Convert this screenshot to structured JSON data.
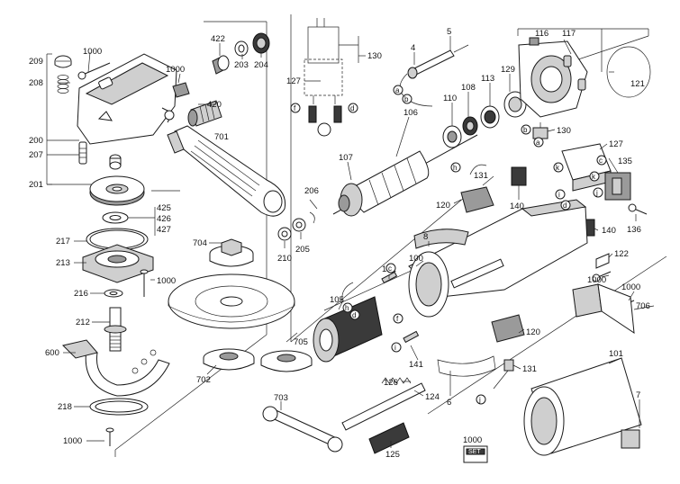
{
  "diagram": {
    "part_labels": [
      {
        "id": "p1000a",
        "text": "1000"
      },
      {
        "id": "p209",
        "text": "209"
      },
      {
        "id": "p208",
        "text": "208"
      },
      {
        "id": "p200",
        "text": "200"
      },
      {
        "id": "p207",
        "text": "207"
      },
      {
        "id": "p201",
        "text": "201"
      },
      {
        "id": "p1000b",
        "text": "1000"
      },
      {
        "id": "p422",
        "text": "422"
      },
      {
        "id": "p203",
        "text": "203"
      },
      {
        "id": "p204",
        "text": "204"
      },
      {
        "id": "p420",
        "text": "420"
      },
      {
        "id": "p701",
        "text": "701"
      },
      {
        "id": "p425",
        "text": "425"
      },
      {
        "id": "p426",
        "text": "426"
      },
      {
        "id": "p427",
        "text": "427"
      },
      {
        "id": "p217",
        "text": "217"
      },
      {
        "id": "p213",
        "text": "213"
      },
      {
        "id": "p1000c",
        "text": "1000"
      },
      {
        "id": "p216",
        "text": "216"
      },
      {
        "id": "p212",
        "text": "212"
      },
      {
        "id": "p600",
        "text": "600"
      },
      {
        "id": "p218",
        "text": "218"
      },
      {
        "id": "p1000d",
        "text": "1000"
      },
      {
        "id": "p206",
        "text": "206"
      },
      {
        "id": "p210",
        "text": "210"
      },
      {
        "id": "p205",
        "text": "205"
      },
      {
        "id": "p704",
        "text": "704"
      },
      {
        "id": "p702",
        "text": "702"
      },
      {
        "id": "p705",
        "text": "705"
      },
      {
        "id": "p703",
        "text": "703"
      },
      {
        "id": "p4",
        "text": "4"
      },
      {
        "id": "p5",
        "text": "5"
      },
      {
        "id": "p130a",
        "text": "130"
      },
      {
        "id": "p127a",
        "text": "127"
      },
      {
        "id": "p106",
        "text": "106"
      },
      {
        "id": "p107",
        "text": "107"
      },
      {
        "id": "p110",
        "text": "110"
      },
      {
        "id": "p108",
        "text": "108"
      },
      {
        "id": "p113",
        "text": "113"
      },
      {
        "id": "p129",
        "text": "129"
      },
      {
        "id": "p116",
        "text": "116"
      },
      {
        "id": "p117",
        "text": "117"
      },
      {
        "id": "p121",
        "text": "121"
      },
      {
        "id": "p130b",
        "text": "130"
      },
      {
        "id": "p127b",
        "text": "127"
      },
      {
        "id": "p135",
        "text": "135"
      },
      {
        "id": "p136",
        "text": "136"
      },
      {
        "id": "p131a",
        "text": "131"
      },
      {
        "id": "p120a",
        "text": "120"
      },
      {
        "id": "p140a",
        "text": "140"
      },
      {
        "id": "p140b",
        "text": "140"
      },
      {
        "id": "p122",
        "text": "122"
      },
      {
        "id": "p1000e",
        "text": "1000"
      },
      {
        "id": "p1000f",
        "text": "1000"
      },
      {
        "id": "p706",
        "text": "706"
      },
      {
        "id": "p8",
        "text": "8"
      },
      {
        "id": "p100",
        "text": "100"
      },
      {
        "id": "p141a",
        "text": "141"
      },
      {
        "id": "p105",
        "text": "105"
      },
      {
        "id": "p141b",
        "text": "141"
      },
      {
        "id": "p126",
        "text": "126"
      },
      {
        "id": "p124",
        "text": "124"
      },
      {
        "id": "p125",
        "text": "125"
      },
      {
        "id": "p6",
        "text": "6"
      },
      {
        "id": "p131b",
        "text": "131"
      },
      {
        "id": "p120b",
        "text": "120"
      },
      {
        "id": "p101",
        "text": "101"
      },
      {
        "id": "p7",
        "text": "7"
      },
      {
        "id": "p1000set",
        "text": "1000"
      }
    ],
    "connector_letters": [
      {
        "id": "wa1",
        "text": "a"
      },
      {
        "id": "wb1",
        "text": "b"
      },
      {
        "id": "wf1",
        "text": "f"
      },
      {
        "id": "wd1",
        "text": "d"
      },
      {
        "id": "wb2",
        "text": "b"
      },
      {
        "id": "wa2",
        "text": "a"
      },
      {
        "id": "wk1",
        "text": "k"
      },
      {
        "id": "wc1",
        "text": "c"
      },
      {
        "id": "wk2",
        "text": "k"
      },
      {
        "id": "wj1",
        "text": "j"
      },
      {
        "id": "wi1",
        "text": "i"
      },
      {
        "id": "wd2",
        "text": "d"
      },
      {
        "id": "wh1",
        "text": "h"
      },
      {
        "id": "wc2",
        "text": "c"
      },
      {
        "id": "wh2",
        "text": "h"
      },
      {
        "id": "wd3",
        "text": "d"
      },
      {
        "id": "wf2",
        "text": "f"
      },
      {
        "id": "wi2",
        "text": "i"
      },
      {
        "id": "wj2",
        "text": "j"
      }
    ],
    "set_box_text": "SET"
  }
}
